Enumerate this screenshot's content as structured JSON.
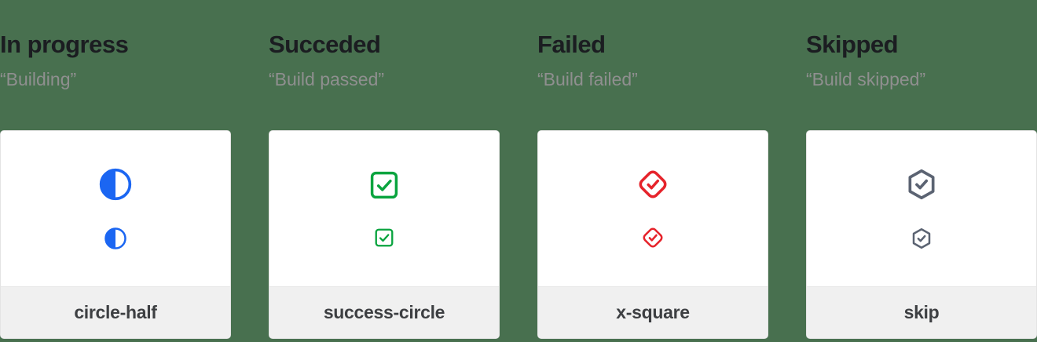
{
  "page": {
    "background": "#48704f",
    "card_background": "#ffffff",
    "footer_background": "#f0f0f0",
    "title_color": "#1b1d21",
    "subtitle_color": "#8f8f8f",
    "label_color": "#3d3f42"
  },
  "columns": [
    {
      "title": "In progress",
      "subtitle": "“Building”",
      "icon": "circle-half-icon",
      "label": "circle-half",
      "color": "#1b66f2"
    },
    {
      "title": "Succeded",
      "subtitle": "“Build passed”",
      "icon": "success-circle-icon",
      "label": "success-circle",
      "color": "#0aa43f"
    },
    {
      "title": "Failed",
      "subtitle": "“Build failed”",
      "icon": "x-square-icon",
      "label": "x-square",
      "color": "#e6232b"
    },
    {
      "title": "Skipped",
      "subtitle": "“Build skipped”",
      "icon": "skip-icon",
      "label": "skip",
      "color": "#5b6372"
    }
  ]
}
